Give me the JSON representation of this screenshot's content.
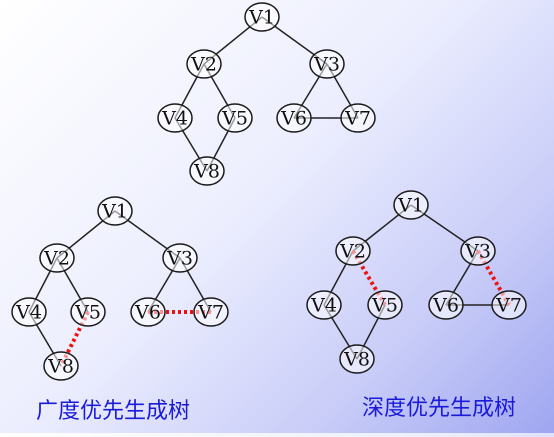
{
  "graphs": [
    {
      "id": "original",
      "nodes": [
        "V1",
        "V2",
        "V3",
        "V4",
        "V5",
        "V6",
        "V7",
        "V8"
      ],
      "edges": [
        [
          "V1",
          "V2"
        ],
        [
          "V1",
          "V3"
        ],
        [
          "V2",
          "V4"
        ],
        [
          "V2",
          "V5"
        ],
        [
          "V4",
          "V8"
        ],
        [
          "V5",
          "V8"
        ],
        [
          "V3",
          "V6"
        ],
        [
          "V3",
          "V7"
        ],
        [
          "V6",
          "V7"
        ]
      ],
      "dotted_edges": []
    },
    {
      "id": "bfs-tree",
      "nodes": [
        "V1",
        "V2",
        "V3",
        "V4",
        "V5",
        "V6",
        "V7",
        "V8"
      ],
      "edges": [
        [
          "V1",
          "V2"
        ],
        [
          "V1",
          "V3"
        ],
        [
          "V2",
          "V4"
        ],
        [
          "V2",
          "V5"
        ],
        [
          "V4",
          "V8"
        ],
        [
          "V3",
          "V6"
        ],
        [
          "V3",
          "V7"
        ]
      ],
      "dotted_edges": [
        [
          "V5",
          "V8"
        ],
        [
          "V6",
          "V7"
        ]
      ]
    },
    {
      "id": "dfs-tree",
      "nodes": [
        "V1",
        "V2",
        "V3",
        "V4",
        "V5",
        "V6",
        "V7",
        "V8"
      ],
      "edges": [
        [
          "V1",
          "V2"
        ],
        [
          "V1",
          "V3"
        ],
        [
          "V2",
          "V4"
        ],
        [
          "V4",
          "V8"
        ],
        [
          "V5",
          "V8"
        ],
        [
          "V3",
          "V6"
        ],
        [
          "V6",
          "V7"
        ]
      ],
      "dotted_edges": [
        [
          "V2",
          "V5"
        ],
        [
          "V3",
          "V7"
        ]
      ]
    }
  ],
  "captions": {
    "bfs": "广度优先生成树",
    "dfs": "深度优先生成树"
  },
  "colors": {
    "dotted_edge": "#ee1111",
    "caption": "#1a1ad8"
  }
}
